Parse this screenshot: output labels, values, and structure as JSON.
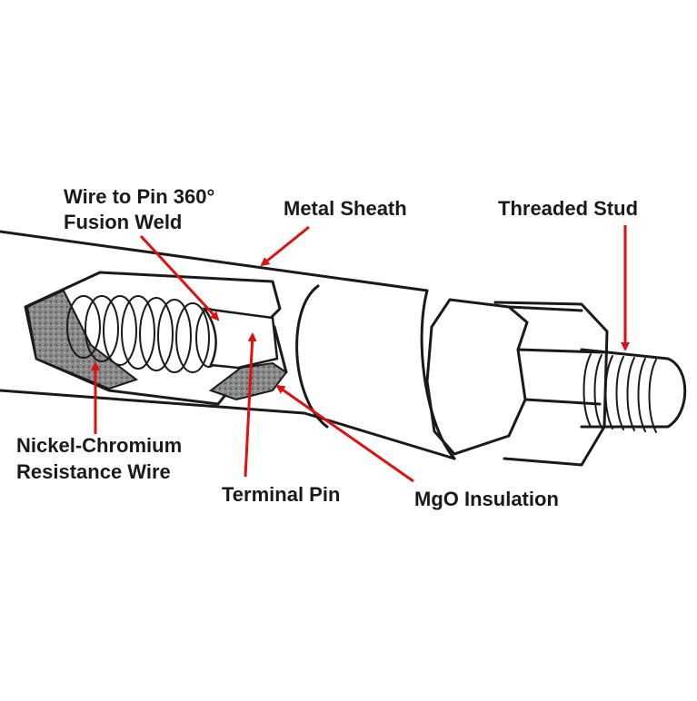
{
  "labels": {
    "wire_to_pin_line1": "Wire to Pin 360°",
    "wire_to_pin_line2": "Fusion Weld",
    "metal_sheath": "Metal Sheath",
    "threaded_stud": "Threaded Stud",
    "nickel_chromium_line1": "Nickel-Chromium",
    "nickel_chromium_line2": "Resistance Wire",
    "terminal_pin": "Terminal Pin",
    "mgo_insulation": "MgO Insulation"
  },
  "colors": {
    "outline": "#1a1a1a",
    "arrow": "#e01010",
    "insulation_fill": "#8a8a8a"
  }
}
